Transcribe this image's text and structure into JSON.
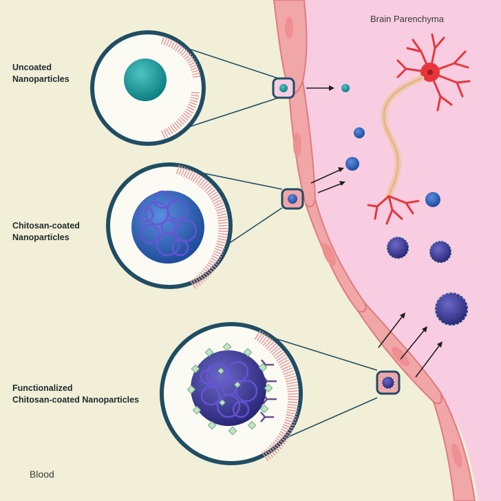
{
  "regions": {
    "brain": "Brain Parenchyma",
    "blood": "Blood"
  },
  "labels": {
    "uncoated_line1": "Uncoated",
    "uncoated_line2": "Nanoparticles",
    "chitosan_line1": "Chitosan-coated",
    "chitosan_line2": "Nanoparticles",
    "functionalized_line1": "Functionalized",
    "functionalized_line2": "Chitosan-coated Nanoparticles"
  },
  "colors": {
    "blood_bg": "#f1efd7",
    "brain_bg": "#f8cde1",
    "endothelial": "#f1a6a8",
    "endothelial_edge": "#e07a7d",
    "nucleus": "#ee8f92",
    "uncoated_np": "#1a9a9c",
    "chitosan_np": "#2f5fb0",
    "functionalized_np": "#3e3a96",
    "circle_border": "#1f4d63",
    "neuron": "#e8353c",
    "myelin": "#efc7a6"
  }
}
